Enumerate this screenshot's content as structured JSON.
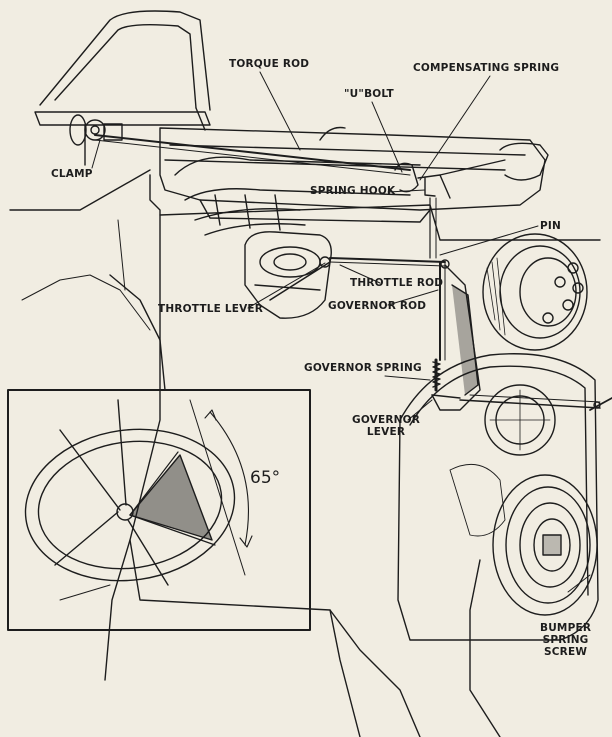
{
  "labels": {
    "torque_rod": "TORQUE ROD",
    "compensating_spring": "COMPENSATING SPRING",
    "u_bolt": "\"U\"BOLT",
    "clamp": "CLAMP",
    "spring_hook": "SPRING HOOK",
    "pin": "PIN",
    "throttle_rod": "THROTTLE ROD",
    "throttle_lever": "THROTTLE LEVER",
    "governor_rod": "GOVERNOR ROD",
    "governor_spring": "GOVERNOR SPRING",
    "governor_lever": "GOVERNOR\nLEVER",
    "bumper_spring_screw": "BUMPER\nSPRING\nSCREW"
  },
  "inset": {
    "angle": "65°"
  },
  "colors": {
    "background": "#f1ede2",
    "ink": "#1d1d1d"
  }
}
